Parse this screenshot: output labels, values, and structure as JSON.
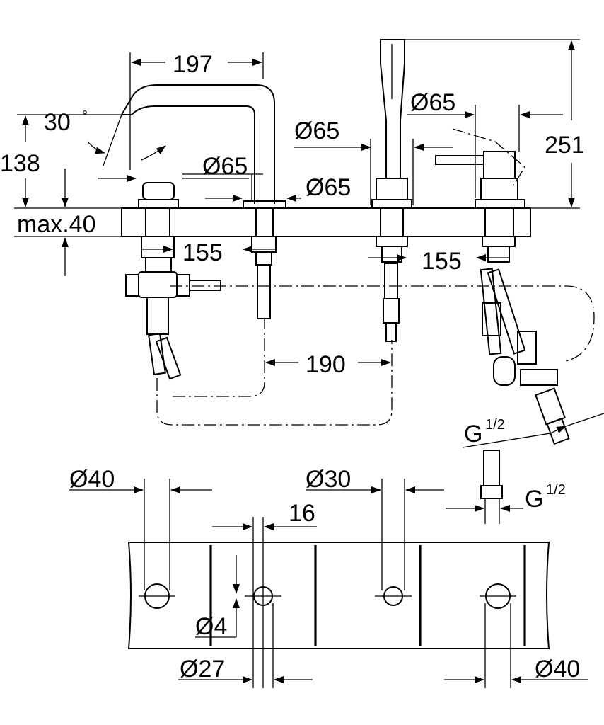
{
  "drawing": {
    "side_view": {
      "dim_spout_reach": "197",
      "dim_angle": "30",
      "dim_angle_unit": "°",
      "dim_height_spout": "138",
      "dim_diam_spout_base": "Ø65",
      "dim_diam_spout_center": "Ø65",
      "dim_diam_handshower": "Ø65",
      "dim_diam_mixer": "Ø65",
      "dim_total_height": "251",
      "dim_max_deck": "max.40",
      "dim_spacing_left": "155",
      "dim_spacing_right": "155",
      "dim_spacing_mid": "190",
      "dim_thread_upper": "G",
      "dim_thread_upper_frac": "1/2",
      "dim_thread_lower": "G",
      "dim_thread_lower_frac": "1/2"
    },
    "cutout_view": {
      "dim_hole_left": "Ø40",
      "dim_hole_mid": "Ø30",
      "dim_spacing_16": "16",
      "dim_small_hole": "Ø4",
      "dim_hole_27": "Ø27",
      "dim_hole_right": "Ø40"
    }
  }
}
